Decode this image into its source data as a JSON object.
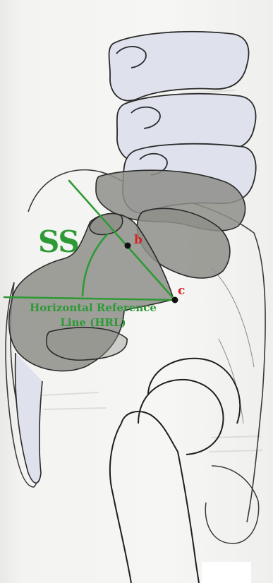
{
  "figure": {
    "angle_label": "SS",
    "point_b": "b",
    "point_c": "c",
    "reference_line_label_line1": "Horizontal Reference",
    "reference_line_label_line2": "Line (HRL)",
    "colors": {
      "angle_lines": "#2e9a35",
      "point_letters": "#d42323",
      "bone_fill": "#dfe2ec",
      "shaded_region": "#8e8e8a",
      "outline": "#2a2a2a",
      "page": "#f4f4f2"
    }
  }
}
